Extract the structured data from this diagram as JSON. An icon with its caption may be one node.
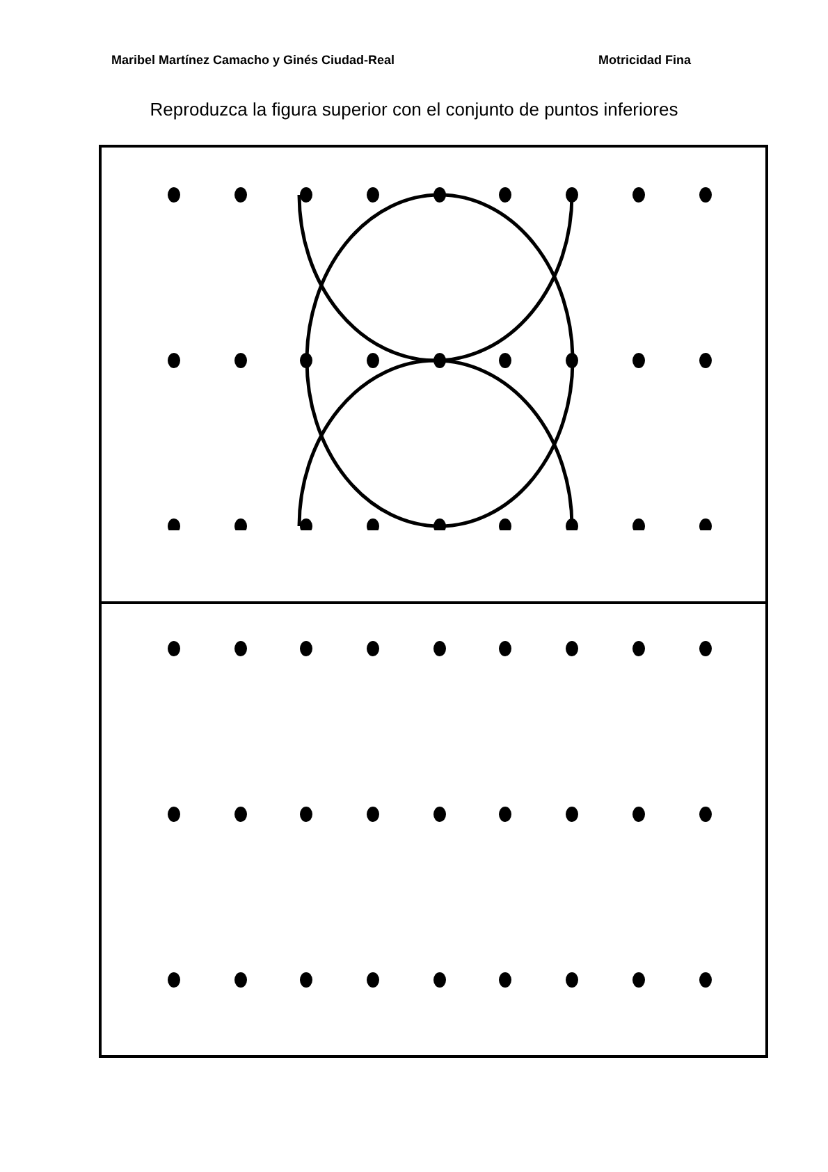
{
  "diagram": {
    "title": "Reproduzca la figura superior con el conjunto de puntos inferiores",
    "labels": [
      "Maribel  Martínez Camacho y Ginés Ciudad-Real",
      "Motricidad Fina"
    ]
  }
}
